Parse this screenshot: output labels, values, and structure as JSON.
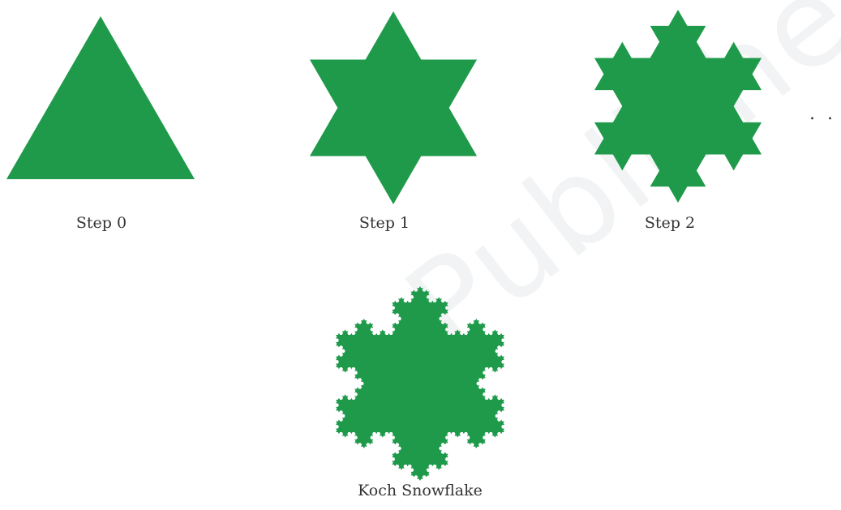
{
  "figures": [
    {
      "id": "step-0",
      "caption": "Step 0",
      "iteration": 0
    },
    {
      "id": "step-1",
      "caption": "Step 1",
      "iteration": 1
    },
    {
      "id": "step-2",
      "caption": "Step 2",
      "iteration": 2
    },
    {
      "id": "koch-snowflake",
      "caption": "Koch Snowflake",
      "iteration": 4
    }
  ],
  "continuation_mark": ". . .",
  "watermark": "Published",
  "colors": {
    "fill": "#1e9a4a",
    "text": "#333333",
    "watermark": "#f1f3f4"
  }
}
